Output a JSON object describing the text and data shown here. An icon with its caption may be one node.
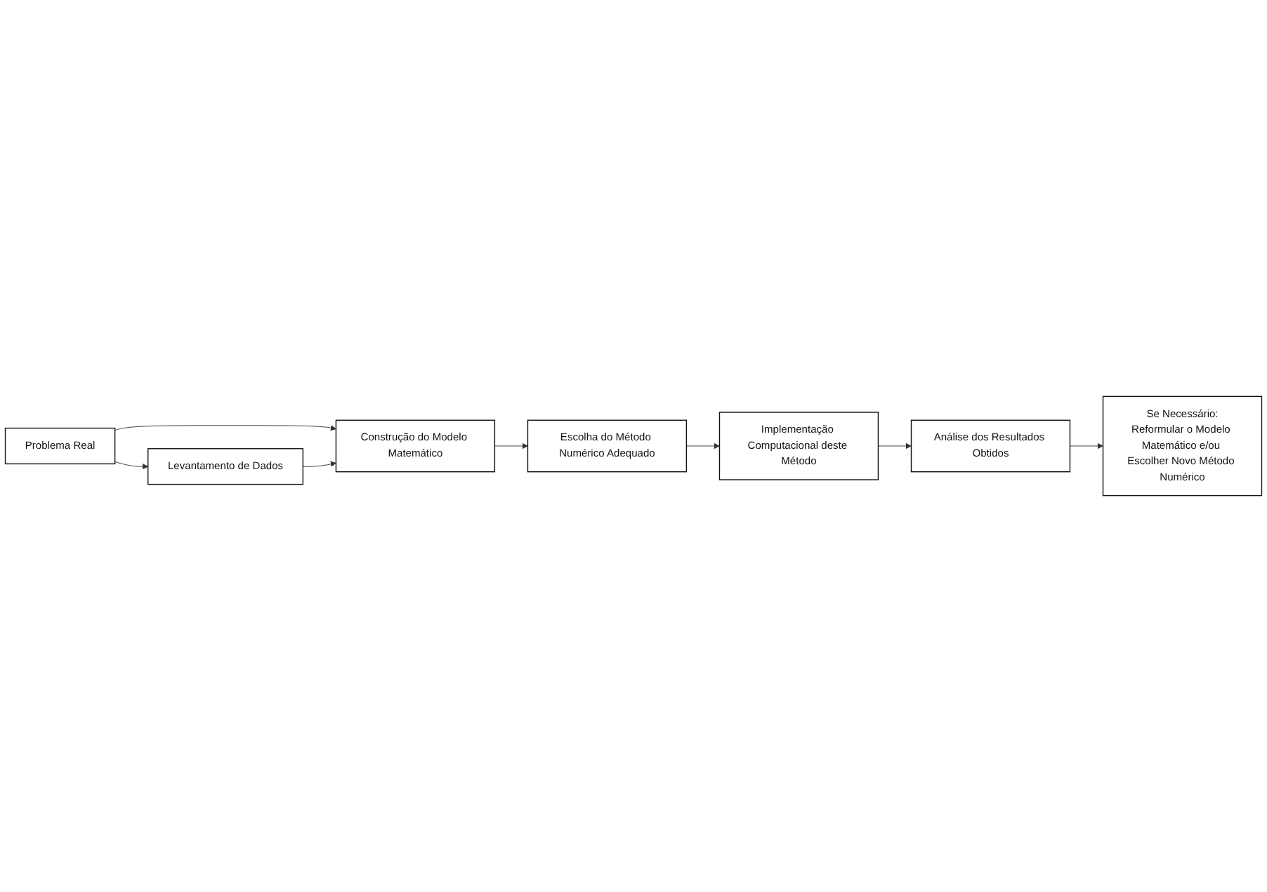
{
  "diagram": {
    "nodes": [
      {
        "text": [
          "Problema Real"
        ]
      },
      {
        "text": [
          "Levantamento de Dados"
        ]
      },
      {
        "text": [
          "Construção do Modelo Matemático"
        ]
      },
      {
        "text": [
          "Escolha do Método Numérico Adequado"
        ]
      },
      {
        "text": [
          "Implementação Computacional deste Método"
        ]
      },
      {
        "text": [
          "Análise dos Resultados Obtidos"
        ]
      },
      {
        "text": [
          "Se Necessário:",
          "Reformular o Modelo Matemático e/ou Escolher Novo Método Numérico"
        ]
      }
    ],
    "edges": [
      {
        "from": 0,
        "to": 1,
        "arrow": "to"
      },
      {
        "from": 0,
        "to": 2,
        "arrow": "to"
      },
      {
        "from": 1,
        "to": 2,
        "arrow": "to"
      },
      {
        "from": 2,
        "to": 3,
        "arrow": "to"
      },
      {
        "from": 3,
        "to": 4,
        "arrow": "to"
      },
      {
        "from": 4,
        "to": 5,
        "arrow": "to"
      },
      {
        "from": 5,
        "to": 6,
        "arrow": "to"
      }
    ]
  }
}
